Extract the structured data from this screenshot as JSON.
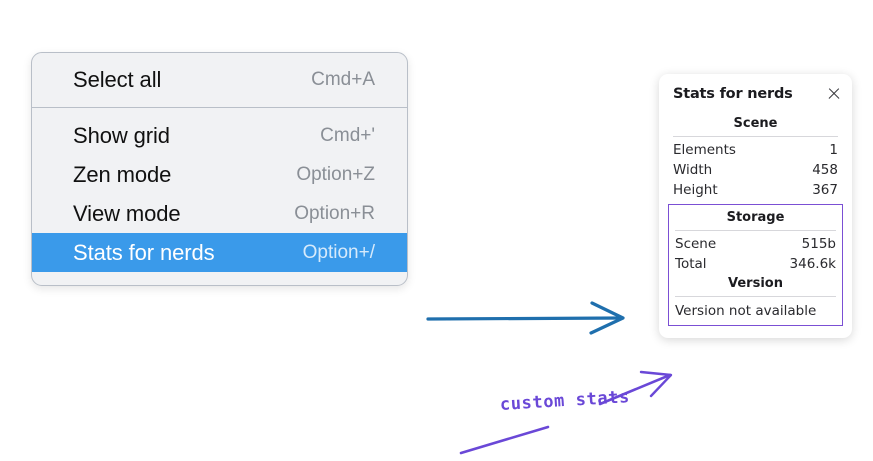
{
  "context_menu": {
    "name": "canvas-context-menu",
    "groups": [
      {
        "items": [
          {
            "label": "Select all",
            "shortcut": "Cmd+A",
            "selected": false
          }
        ]
      },
      {
        "items": [
          {
            "label": "Show grid",
            "shortcut": "Cmd+'",
            "selected": false
          },
          {
            "label": "Zen mode",
            "shortcut": "Option+Z",
            "selected": false
          },
          {
            "label": "View mode",
            "shortcut": "Option+R",
            "selected": false
          },
          {
            "label": "Stats for nerds",
            "shortcut": "Option+/",
            "selected": true
          }
        ]
      }
    ]
  },
  "stats_panel": {
    "title": "Stats for nerds",
    "close_icon": "close-icon",
    "sections": [
      {
        "heading": "Scene",
        "rows": [
          {
            "label": "Elements",
            "value": "1"
          },
          {
            "label": "Width",
            "value": "458"
          },
          {
            "label": "Height",
            "value": "367"
          }
        ]
      },
      {
        "heading": "Storage",
        "rows": [
          {
            "label": "Scene",
            "value": "515b"
          },
          {
            "label": "Total",
            "value": "346.6k"
          }
        ]
      },
      {
        "heading": "Version",
        "text": "Version not available"
      }
    ]
  },
  "annotations": {
    "handwritten_label": "custom stats",
    "blue_arrow": "arrow-right-icon",
    "purple_arrow": "arrow-pointer-icon",
    "purple_underline": "underline-stroke",
    "colors": {
      "menu_highlight": "#3a9aea",
      "blue_arrow": "#1f6fad",
      "purple_ink": "#6a48d7",
      "purple_box": "#7b4fd4"
    }
  }
}
